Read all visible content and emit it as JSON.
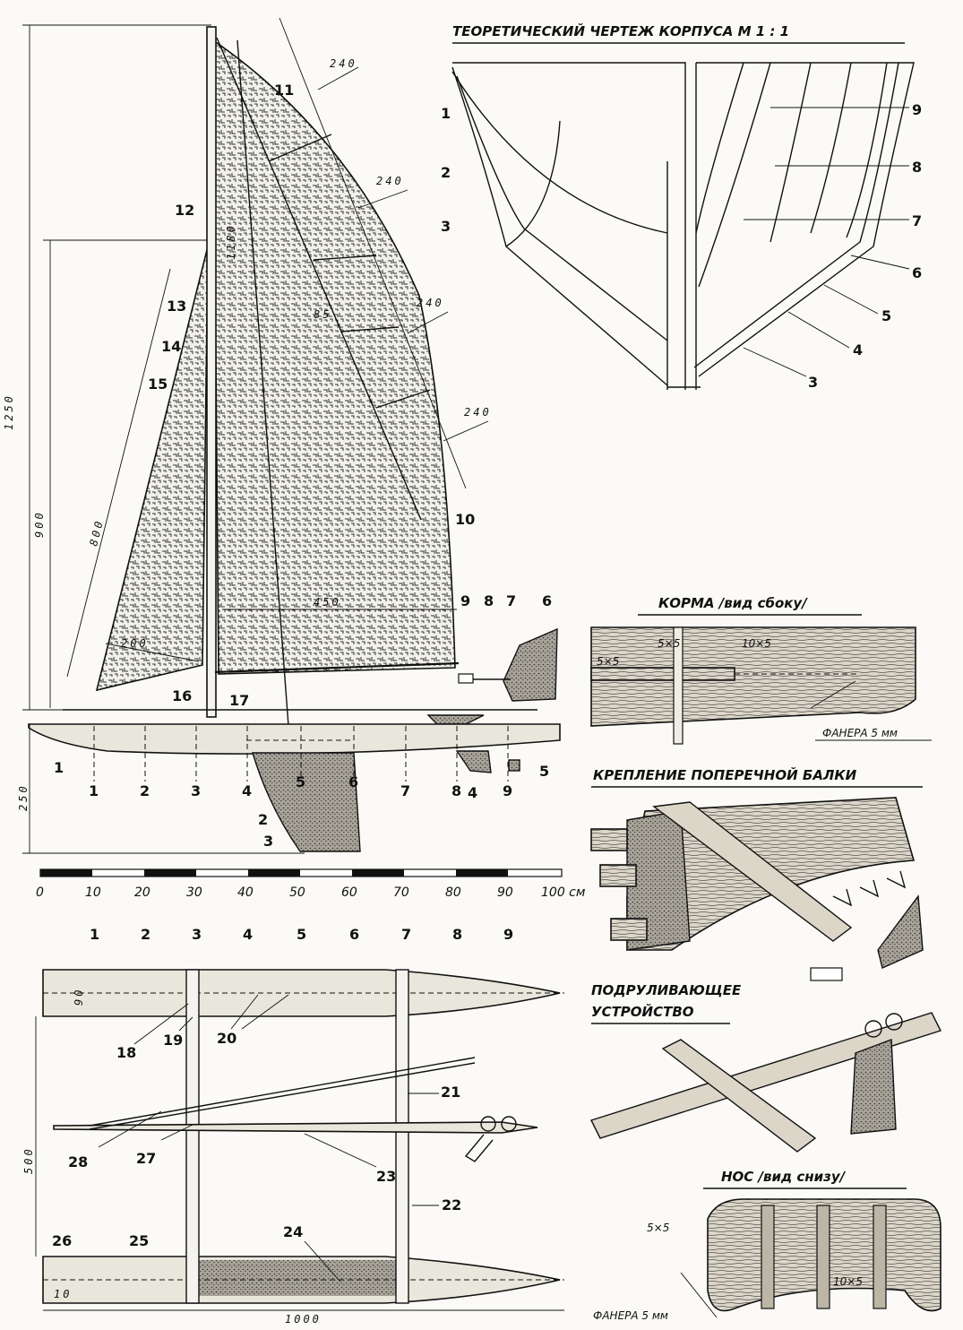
{
  "titles": {
    "lines_plan": "ТЕОРЕТИЧЕСКИЙ  ЧЕРТЕЖ  КОРПУСА    М  1 : 1",
    "stern": "КОРМА /вид сбоку/",
    "crossbeam": "КРЕПЛЕНИЕ  ПОПЕРЕЧНОЙ  БАЛКИ",
    "steering_line1": "ПОДРУЛИВАЮЩЕЕ",
    "steering_line2": "УСТРОЙСТВО",
    "bow": "НОС /вид снизу/"
  },
  "dimensions": {
    "total_height": "1250",
    "mast_height": "900",
    "luff": "1180",
    "jib_luff": "800",
    "jib_foot": "200",
    "boom": "450",
    "batten_spacing": [
      "240",
      "240",
      "240",
      "240"
    ],
    "sail_offset": "85",
    "hull_depth": "250",
    "beam_spread": "500",
    "hull_width": "90",
    "hull_length": "1000",
    "small": "10"
  },
  "scale": {
    "ticks": [
      "0",
      "10",
      "20",
      "30",
      "40",
      "50",
      "60",
      "70",
      "80",
      "90",
      "100 см"
    ]
  },
  "stations": [
    "1",
    "2",
    "3",
    "4",
    "5",
    "6",
    "7",
    "8",
    "9"
  ],
  "lines_plan_labels": {
    "left": [
      "1",
      "2",
      "3"
    ],
    "right": [
      "9",
      "8",
      "7",
      "6",
      "5",
      "4",
      "3"
    ]
  },
  "side_view_labels": {
    "sail": [
      "11",
      "12",
      "13",
      "14",
      "15",
      "16",
      "17",
      "10",
      "9",
      "8",
      "7",
      "6"
    ],
    "keel": [
      "1",
      "2",
      "3",
      "4",
      "5"
    ]
  },
  "plan_view_labels": [
    "18",
    "19",
    "20",
    "21",
    "28",
    "27",
    "23",
    "22",
    "26",
    "25",
    "24"
  ],
  "stern_detail": {
    "dims": [
      "5×5",
      "5×5",
      "10×5"
    ],
    "plywood": "ФАНЕРА  5 мм"
  },
  "bow_detail": {
    "dims": [
      "5×5",
      "10×5"
    ],
    "plywood": "ФАНЕРА 5 мм"
  }
}
